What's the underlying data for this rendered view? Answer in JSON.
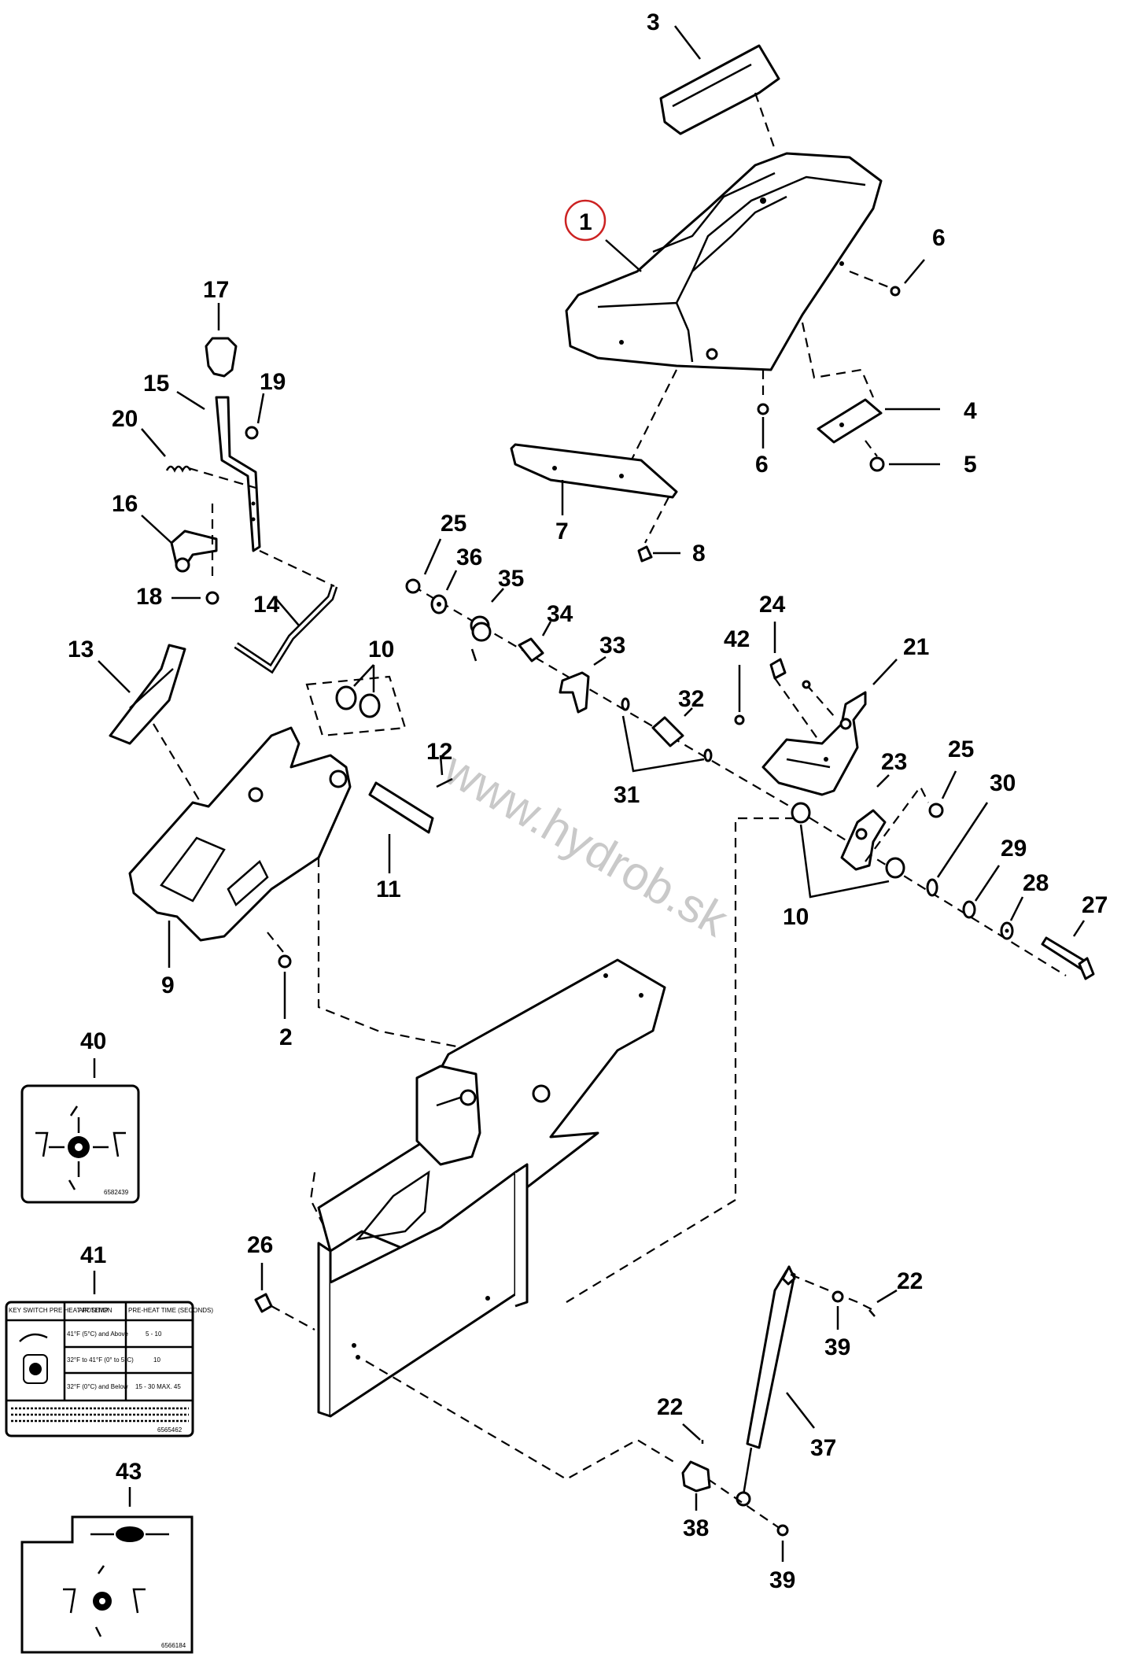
{
  "watermark": "www.hydrob.sk",
  "labels": {
    "p1": "1",
    "p2": "2",
    "p3": "3",
    "p4": "4",
    "p5": "5",
    "p6a": "6",
    "p6b": "6",
    "p7": "7",
    "p8": "8",
    "p9": "9",
    "p10a": "10",
    "p10b": "10",
    "p11": "11",
    "p12": "12",
    "p13": "13",
    "p14": "14",
    "p15": "15",
    "p16": "16",
    "p17": "17",
    "p18": "18",
    "p19": "19",
    "p20": "20",
    "p21": "21",
    "p22a": "22",
    "p22b": "22",
    "p23": "23",
    "p24": "24",
    "p25a": "25",
    "p25b": "25",
    "p26": "26",
    "p27": "27",
    "p28": "28",
    "p29": "29",
    "p30": "30",
    "p31": "31",
    "p32": "32",
    "p33": "33",
    "p34": "34",
    "p35": "35",
    "p36": "36",
    "p37": "37",
    "p38": "38",
    "p39a": "39",
    "p39b": "39",
    "p40": "40",
    "p41": "41",
    "p42": "42",
    "p43": "43"
  },
  "decal40": {
    "code": "6582439"
  },
  "decal41": {
    "headers": [
      "KEY SWITCH PRE HEAT POSITION",
      "AIR TEMP.",
      "PRE-HEAT TIME (SECONDS)"
    ],
    "rows": [
      [
        "41°F (5°C) and Above",
        "5 - 10"
      ],
      [
        "32°F to 41°F (0° to 5°C)",
        "10"
      ],
      [
        "32°F (0°C) and Below",
        "15 - 30 MAX. 45"
      ]
    ],
    "code": "6565462"
  },
  "decal43": {
    "code": "6566184"
  },
  "colors": {
    "ink": "#000000",
    "highlight": "#cc2222",
    "watermark": "#c9c9c9"
  }
}
